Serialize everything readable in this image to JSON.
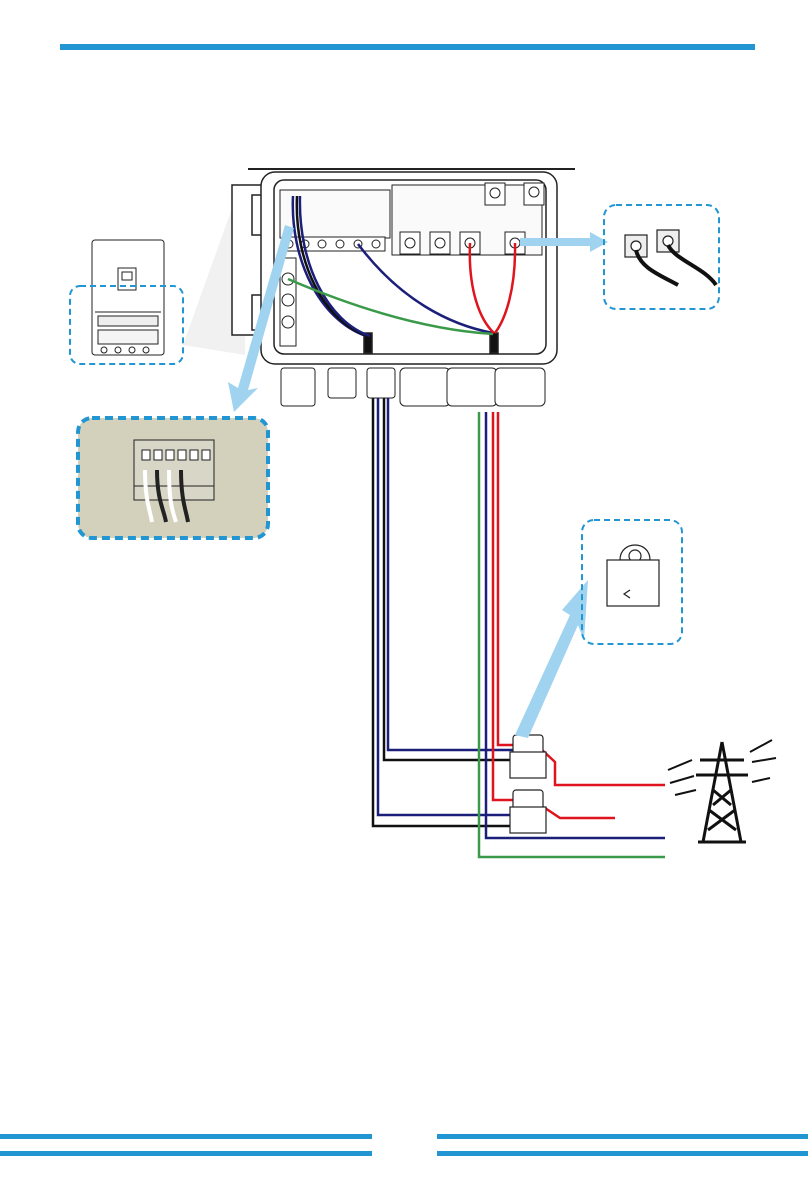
{
  "colors": {
    "accent": "#2196d3",
    "callout_arrow": "#9fd3ef",
    "wire_red": "#e0141e",
    "wire_blue": "#1b1f7a",
    "wire_black": "#111111",
    "wire_green": "#3a9a4a",
    "inset_background": "#d3d0bc"
  },
  "icons": [
    "inverter-unit",
    "terminal-block",
    "ct-clamp-pair",
    "ct-clamp",
    "power-transmission-tower"
  ]
}
